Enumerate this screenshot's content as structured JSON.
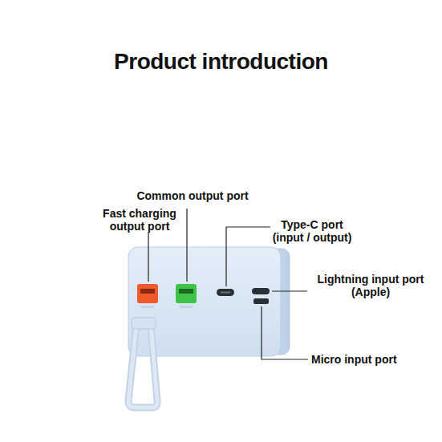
{
  "diagram": {
    "title": "Product introduction",
    "labels": [
      "Common output port",
      "Fast charging output port",
      "Type-C port (input / output)",
      "Lightning input port (Apple)",
      "Micro input port"
    ]
  }
}
